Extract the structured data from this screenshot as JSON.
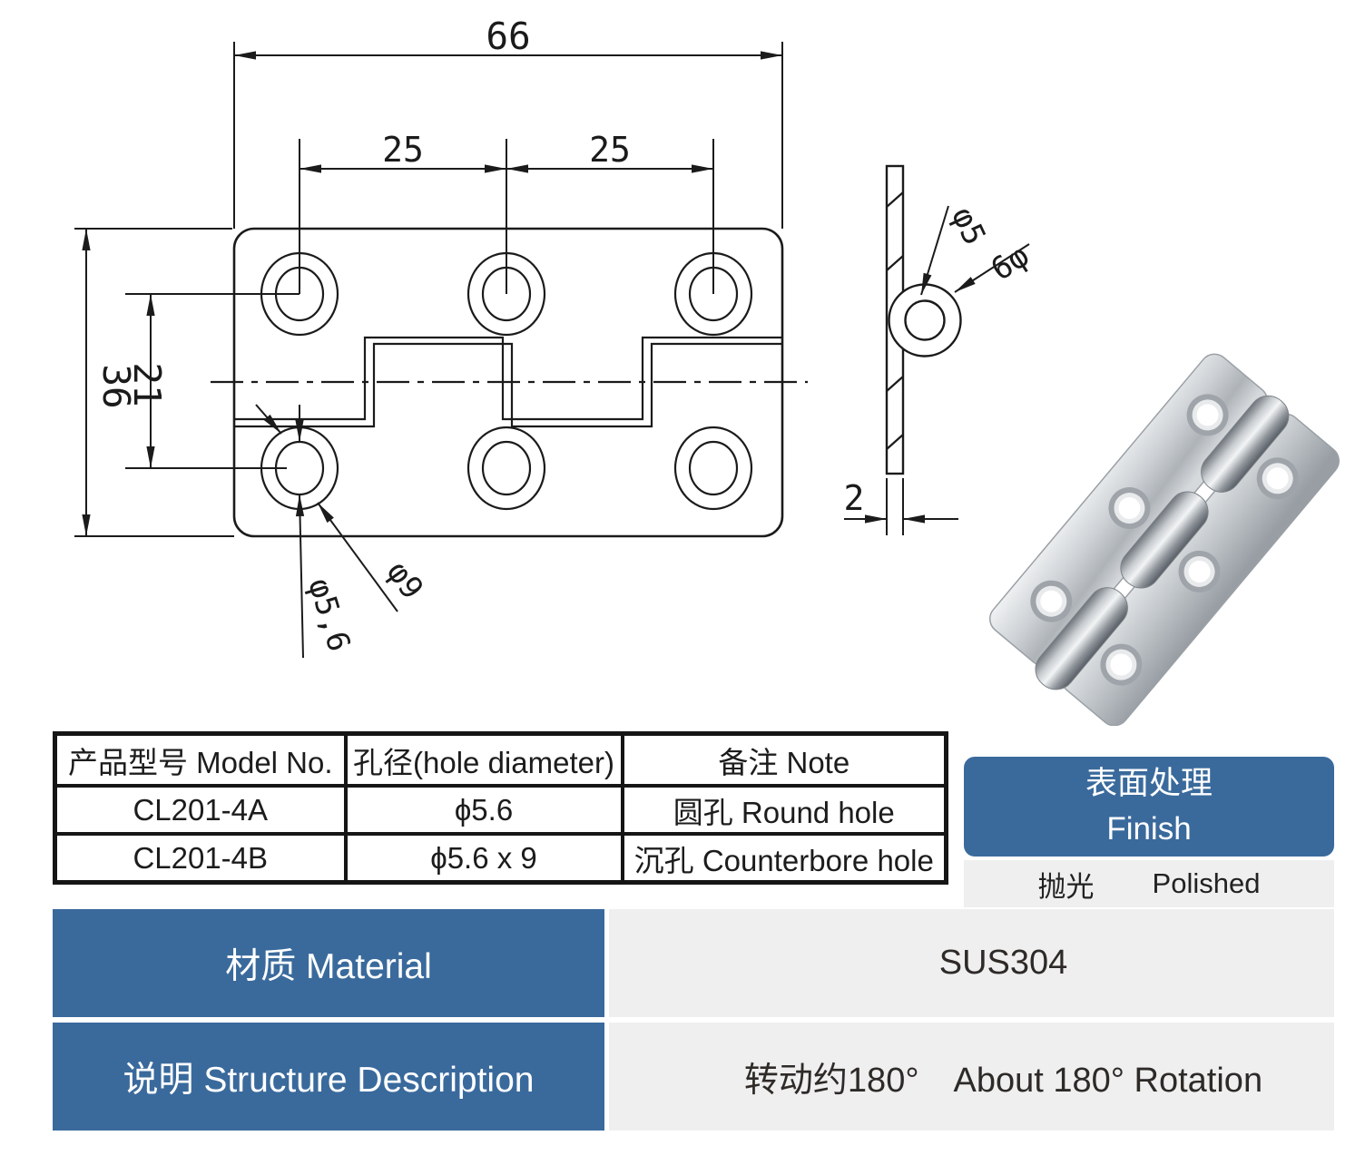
{
  "drawing": {
    "front_view": {
      "dim_width": "66",
      "dim_hole_pitch_left": "25",
      "dim_hole_pitch_right": "25",
      "dim_height": "36",
      "dim_hole_row_spacing": "21",
      "label_hole_diameter": "φ5,6",
      "label_counterbore_diameter": "φ9"
    },
    "side_view": {
      "label_pin_hole": "φ5",
      "label_knuckle_diameter": "6φ",
      "dim_thickness": "2"
    }
  },
  "spec_table": {
    "headers": [
      "产品型号 Model No.",
      "孔径(hole diameter)",
      "备注 Note"
    ],
    "rows": [
      [
        "CL201-4A",
        "ϕ5.6",
        "圆孔 Round hole"
      ],
      [
        "CL201-4B",
        "ϕ5.6 x 9",
        "沉孔 Counterbore hole"
      ]
    ]
  },
  "finish_panel": {
    "title_cn": "表面处理",
    "title_en": "Finish",
    "value_cn": "抛光",
    "value_en": "Polished"
  },
  "info_rows": [
    {
      "label": "材质 Material",
      "value": "SUS304"
    },
    {
      "label": "说明 Structure Description",
      "value": "转动约180°　About 180° Rotation"
    }
  ],
  "colors": {
    "accent_blue": "#3a6a9c",
    "panel_gray": "#efefef",
    "line_color": "#1b1b1b"
  }
}
